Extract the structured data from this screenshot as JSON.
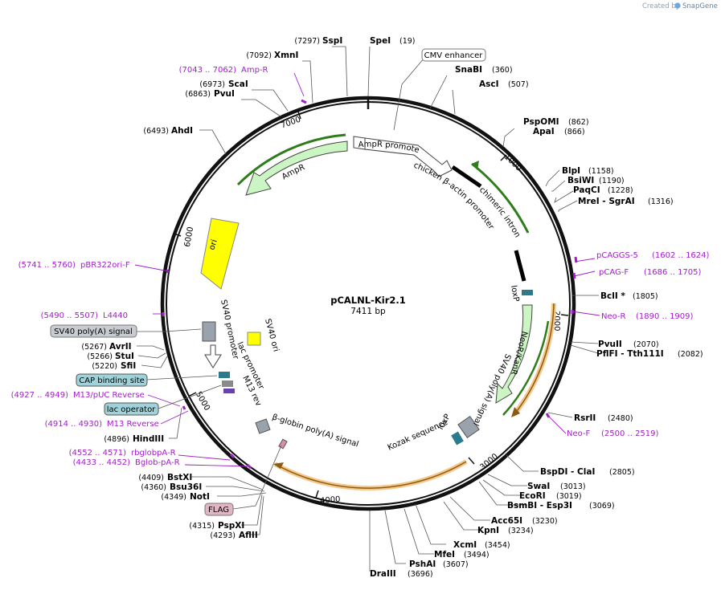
{
  "brand": {
    "prefix": "Created by",
    "name": "SnapGene"
  },
  "map": {
    "name": "pCALNL-Kir2.1",
    "length_label": "7411 bp"
  },
  "ticks": [
    "1000",
    "2000",
    "3000",
    "4000",
    "5000",
    "6000",
    "7000"
  ],
  "enzymes": [
    {
      "name": "SspI",
      "pos": "(7297)"
    },
    {
      "name": "SpeI",
      "pos": "(19)"
    },
    {
      "name": "XmnI",
      "pos": "(7092)"
    },
    {
      "name": "SnaBI",
      "pos": "(360)"
    },
    {
      "name": "AscI",
      "pos": "(507)"
    },
    {
      "name": "ScaI",
      "pos": "(6973)"
    },
    {
      "name": "PvuI",
      "pos": "(6863)"
    },
    {
      "name": "PspOMI",
      "pos": "(862)"
    },
    {
      "name": "ApaI",
      "pos": "(866)"
    },
    {
      "name": "AhdI",
      "pos": "(6493)"
    },
    {
      "name": "BlpI",
      "pos": "(1158)"
    },
    {
      "name": "BsiWI",
      "pos": "(1190)"
    },
    {
      "name": "PaqCI",
      "pos": "(1228)"
    },
    {
      "name": "MreI - SgrAI",
      "pos": "(1316)"
    },
    {
      "name": "BclI *",
      "pos": "(1805)"
    },
    {
      "name": "PvuII",
      "pos": "(2070)"
    },
    {
      "name": "PflFI - Tth111I",
      "pos": "(2082)"
    },
    {
      "name": "RsrII",
      "pos": "(2480)"
    },
    {
      "name": "AvrII",
      "pos": "(5267)"
    },
    {
      "name": "StuI",
      "pos": "(5266)"
    },
    {
      "name": "SfiI",
      "pos": "(5220)"
    },
    {
      "name": "HindIII",
      "pos": "(4896)"
    },
    {
      "name": "BspDI - ClaI",
      "pos": "(2805)"
    },
    {
      "name": "SwaI",
      "pos": "(3013)"
    },
    {
      "name": "EcoRI",
      "pos": "(3019)"
    },
    {
      "name": "BsmBI - Esp3I",
      "pos": "(3069)"
    },
    {
      "name": "Acc65I",
      "pos": "(3230)"
    },
    {
      "name": "KpnI",
      "pos": "(3234)"
    },
    {
      "name": "XcmI",
      "pos": "(3454)"
    },
    {
      "name": "MfeI",
      "pos": "(3494)"
    },
    {
      "name": "PshAI",
      "pos": "(3607)"
    },
    {
      "name": "DraIII",
      "pos": "(3696)"
    },
    {
      "name": "BstXI",
      "pos": "(4409)"
    },
    {
      "name": "Bsu36I",
      "pos": "(4360)"
    },
    {
      "name": "NotI",
      "pos": "(4349)"
    },
    {
      "name": "PspXI",
      "pos": "(4315)"
    },
    {
      "name": "AflII",
      "pos": "(4293)"
    }
  ],
  "primers": [
    {
      "range": "(7043 .. 7062)",
      "name": "Amp-R"
    },
    {
      "range": "(5741 .. 5760)",
      "name": "pBR322ori-F"
    },
    {
      "range": "(5490 .. 5507)",
      "name": "L4440"
    },
    {
      "range": "(4927 .. 4949)",
      "name": "M13/pUC Reverse"
    },
    {
      "range": "(4914 .. 4930)",
      "name": "M13 Reverse"
    },
    {
      "range": "(4552 .. 4571)",
      "name": "rbglobpA-R"
    },
    {
      "range": "(4433 .. 4452)",
      "name": "Bglob-pA-R"
    },
    {
      "name": "pCAGGS-5",
      "range": "(1602 .. 1624)"
    },
    {
      "name": "pCAG-F",
      "range": "(1686 .. 1705)"
    },
    {
      "name": "Neo-R",
      "range": "(1890 .. 1909)"
    },
    {
      "name": "Neo-F",
      "range": "(2500 .. 2519)"
    }
  ],
  "boxed_features": [
    {
      "label": "CMV enhancer"
    },
    {
      "label": "SV40 poly(A) signal"
    },
    {
      "label": "CAP binding site"
    },
    {
      "label": "lac operator"
    },
    {
      "label": "FLAG"
    }
  ],
  "features": {
    "amp_promoter": "AmpR promoter",
    "ampr": "AmpR",
    "chicken_actin": "chicken β-actin promoter",
    "chimeric_intron": "chimeric intron",
    "ori": "ori",
    "loxp1": "loxP",
    "neor": "NeoR/KanR",
    "sv40pa": "SV40 poly(A) signal",
    "loxp2": "loxP",
    "kozak": "Kozak sequence",
    "bglobin": "β-globin poly(A) signal",
    "sv40_promoter": "SV40 promoter",
    "sv40_ori": "SV40 ori",
    "lac_promoter": "lac promoter",
    "m13rev": "M13 rev"
  }
}
